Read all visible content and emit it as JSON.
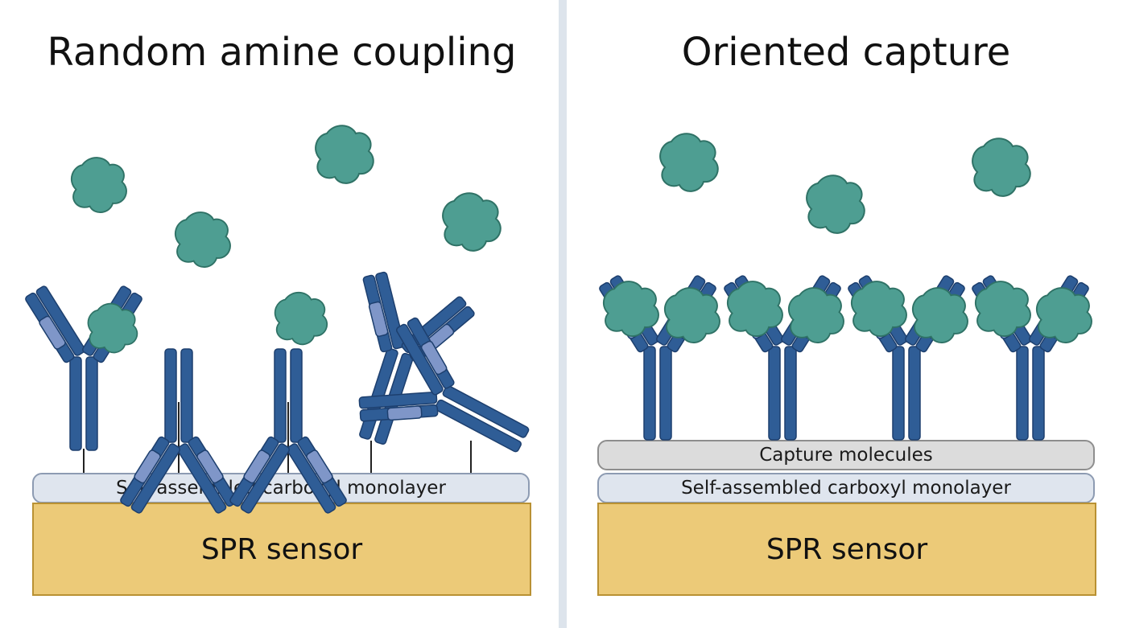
{
  "panels": {
    "left": {
      "title": "Random amine coupling",
      "sam_label": "Self-assembled carboxyl monolayer",
      "sensor_label": "SPR sensor"
    },
    "right": {
      "title": "Oriented capture",
      "capture_label": "Capture molecules",
      "sam_label": "Self-assembled carboxyl monolayer",
      "sensor_label": "SPR sensor"
    }
  },
  "colors": {
    "antibody_dark": "#2f5d96",
    "antibody_light": "#7f96c8",
    "antigen": "#4e9e92",
    "sensor_gold": "#ecca78",
    "monolayer": "#dfe5ee",
    "capture_layer": "#dcdcdc"
  },
  "icons": {
    "antibody": "y-shaped-antibody-icon",
    "antigen": "protein-blob-icon"
  }
}
